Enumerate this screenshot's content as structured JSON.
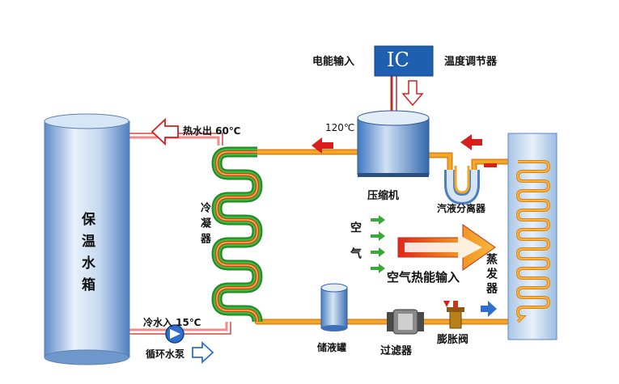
{
  "ic_chip": "IC",
  "labels": {
    "power_input": "电能输入",
    "temp_controller": "温度调节器",
    "hot_water_out": "热水出 60℃",
    "temp_120": "120℃",
    "compressor": "压缩机",
    "separator": "汽液分离器",
    "condenser": "冷凝器",
    "tank": "保温水箱",
    "air": "空气",
    "air_heat_input": "空气热能输入",
    "evaporator": "蒸发器",
    "cold_water_in": "冷水入 15℃",
    "pump": "循环水泵",
    "reservoir": "储液罐",
    "filter": "过滤器",
    "expansion_valve": "膨胀阀"
  },
  "colors": {
    "pipe": "#f5a623",
    "pipe_edge": "#d9801a",
    "red_arrow": "#d91e1e",
    "blue_arrow": "#2f6fd0",
    "coil_green": "#2aa12a",
    "coil_red": "#e03a1a",
    "tank_blue": "#8fb2dd",
    "chip_blue": "#1f5fb0"
  }
}
